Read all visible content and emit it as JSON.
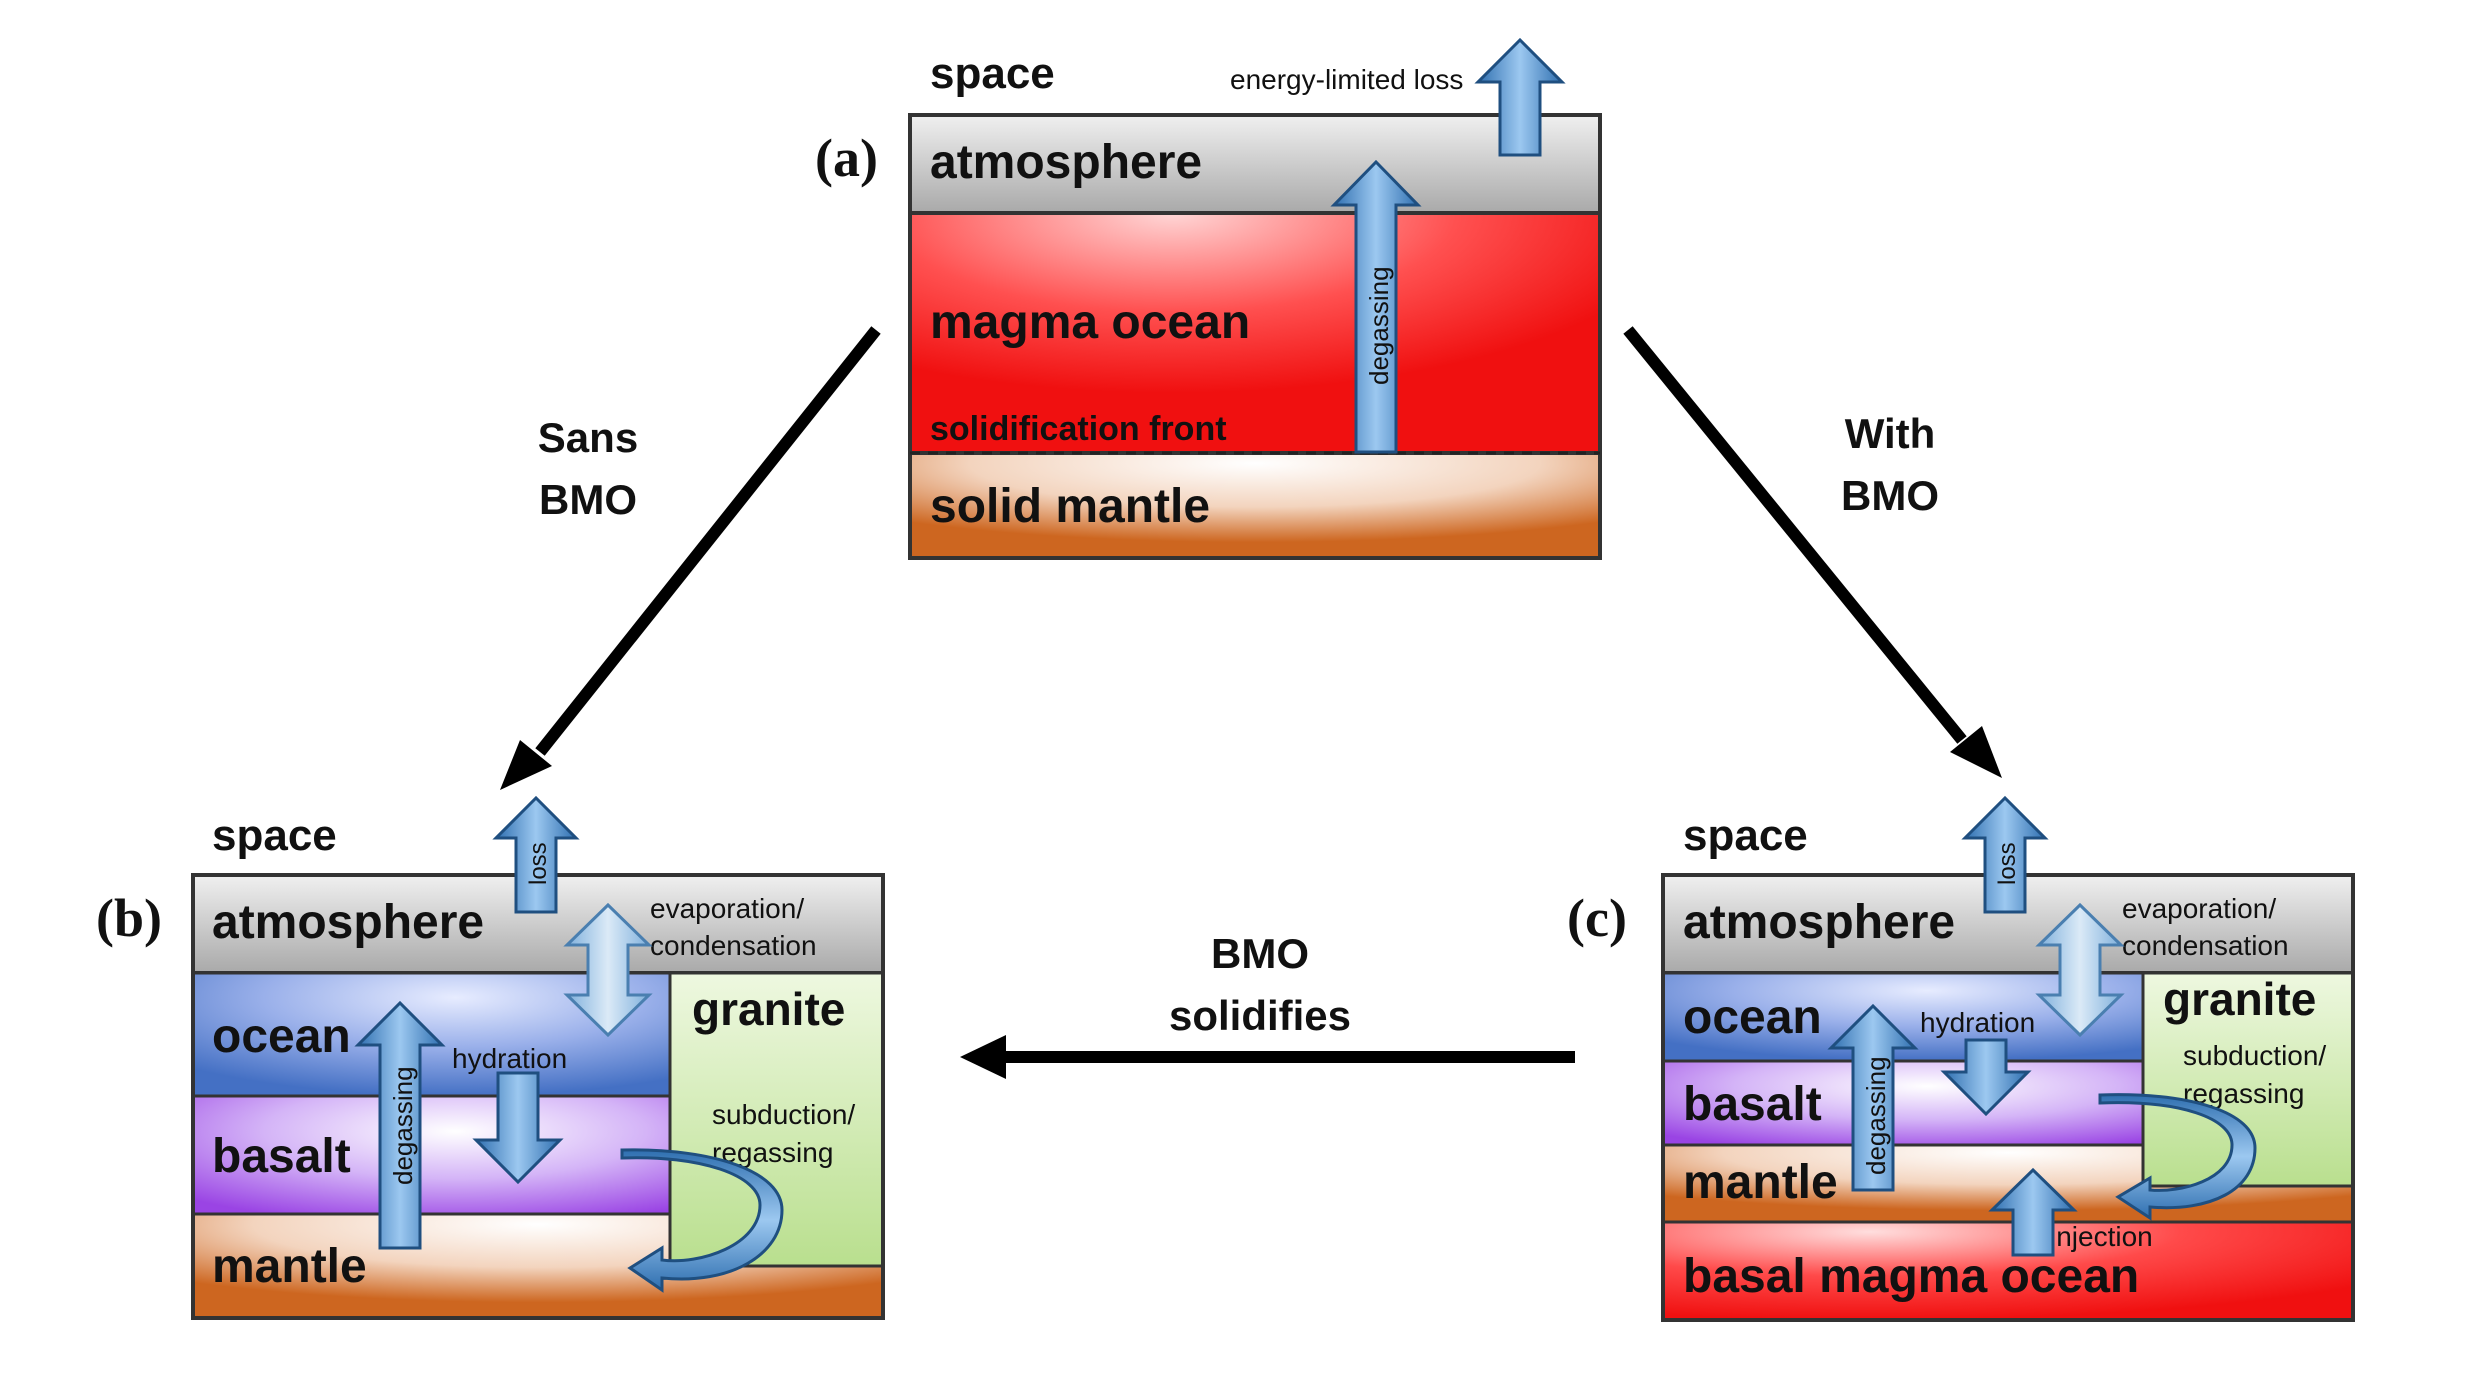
{
  "panel_a": {
    "tag": "(a)",
    "space": "space",
    "atmosphere": "atmosphere",
    "magma_ocean": "magma ocean",
    "solidification_front": "solidification front",
    "solid_mantle": "solid mantle",
    "degassing": "degassing",
    "energy_limited_loss": "energy-limited loss"
  },
  "panel_b": {
    "tag": "(b)",
    "space": "space",
    "atmosphere": "atmosphere",
    "ocean": "ocean",
    "basalt": "basalt",
    "mantle": "mantle",
    "granite": "granite",
    "loss": "loss",
    "evaporation": "evaporation/",
    "condensation": "condensation",
    "hydration": "hydration",
    "degassing": "degassing",
    "subduction": "subduction/",
    "regassing": "regassing"
  },
  "panel_c": {
    "tag": "(c)",
    "space": "space",
    "atmosphere": "atmosphere",
    "ocean": "ocean",
    "basalt": "basalt",
    "mantle": "mantle",
    "granite": "granite",
    "basal_magma_ocean": "basal magma ocean",
    "loss": "loss",
    "evaporation": "evaporation/",
    "condensation": "condensation",
    "hydration": "hydration",
    "degassing": "degassing",
    "subduction": "subduction/",
    "regassing": "regassing",
    "injection": "injection"
  },
  "transitions": {
    "sans_line1": "Sans",
    "sans_line2": "BMO",
    "with_line1": "With",
    "with_line2": "BMO",
    "solid_line1": "BMO",
    "solid_line2": "solidifies"
  },
  "colors": {
    "atmosphere": "#c8c8c8",
    "magma": "#ff1a1a",
    "mantle": "#d2691e",
    "ocean": "#4a78cc",
    "basalt": "#a653e6",
    "granite": "#b9df8e",
    "arrow_blue": "#4a90d0"
  }
}
